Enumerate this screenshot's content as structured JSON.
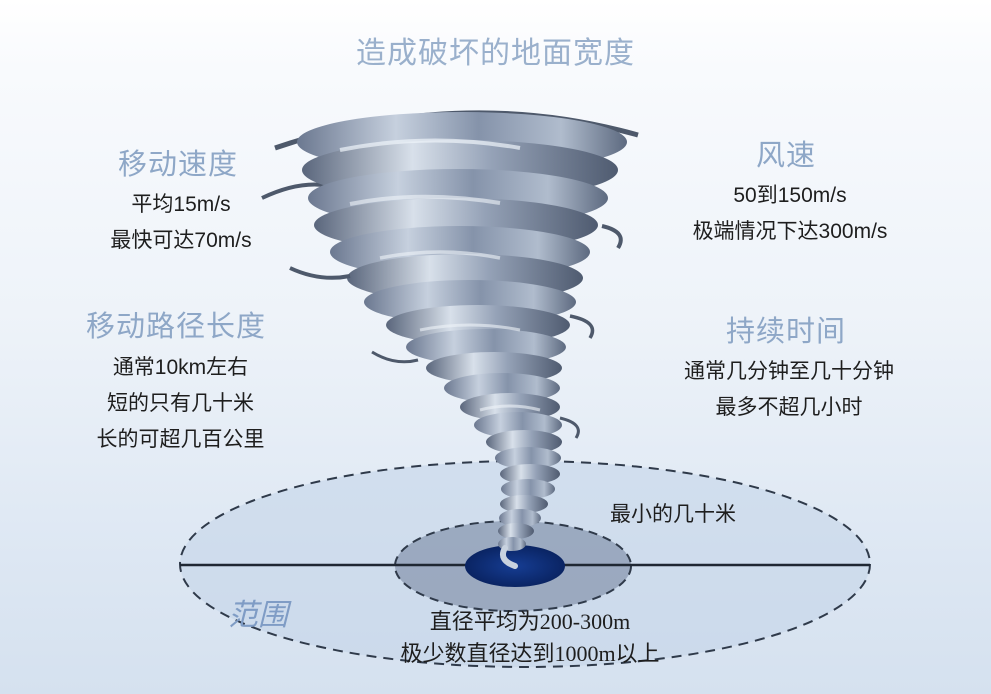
{
  "title": "造成破坏的地面宽度",
  "left": {
    "move_speed": {
      "heading": "移动速度",
      "lines": [
        "平均15m/s",
        "最快可达70m/s"
      ]
    },
    "path_length": {
      "heading": "移动路径长度",
      "lines": [
        "通常10km左右",
        "短的只有几十米",
        "长的可超几百公里"
      ]
    }
  },
  "right": {
    "wind_speed": {
      "heading": "风速",
      "lines": [
        "50到150m/s",
        "极端情况下达300m/s"
      ]
    },
    "duration": {
      "heading": "持续时间",
      "lines": [
        "通常几分钟至几十分钟",
        "最多不超几小时"
      ]
    }
  },
  "ground": {
    "range_label": "范围",
    "min_label": "最小的几十米",
    "diameter_lines": [
      "直径平均为200-300m",
      "极少数直径达到1000m以上"
    ]
  },
  "colors": {
    "heading": "#8ea7c7",
    "tornado_dark": "#4d5a6e",
    "tornado_mid": "#8795ab",
    "tornado_light": "#d9e1ec",
    "core": "#0d2f7a",
    "inner_disc": "#7f8fa8",
    "outer_disc": "#bfd0e6"
  }
}
